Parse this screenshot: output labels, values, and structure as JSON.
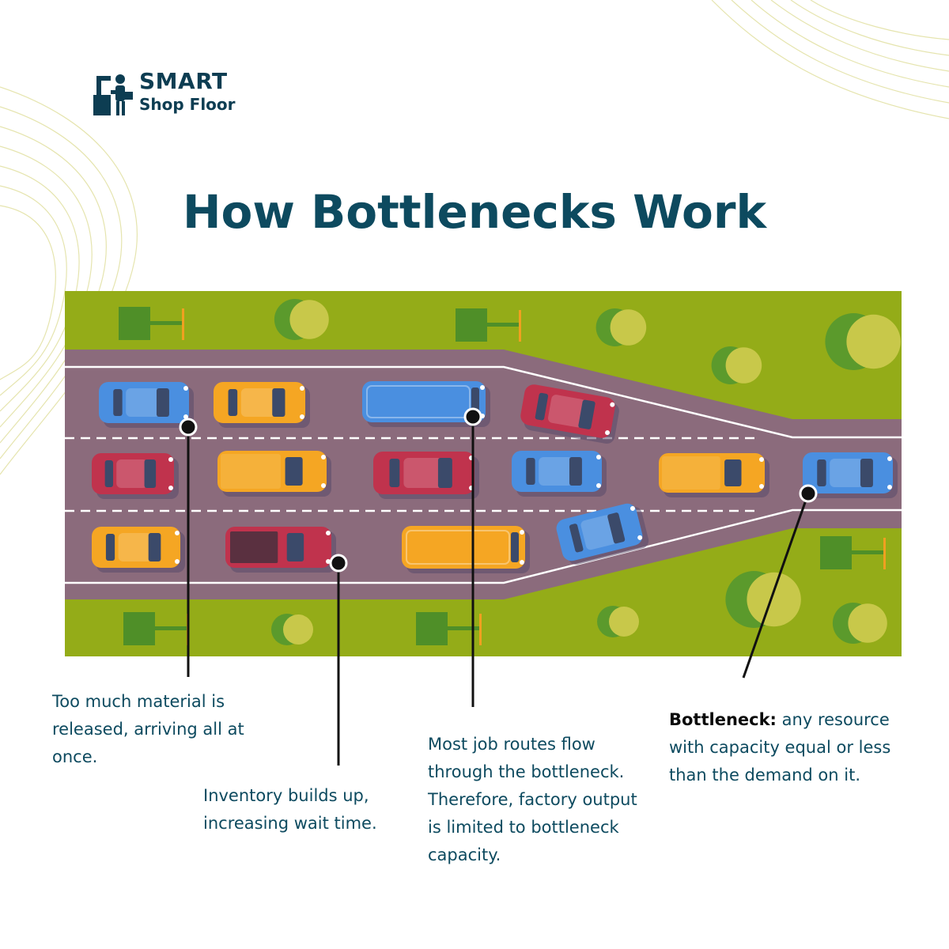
{
  "logo": {
    "line1": "SMART",
    "line2": "Shop Floor"
  },
  "title": "How Bottlenecks Work",
  "colors": {
    "title": "#0d4a5f",
    "caption": "#0d4a5f",
    "grass": "#94ac18",
    "road": "#8b6b7c",
    "car_blue": "#4a8fe0",
    "car_orange": "#f5a623",
    "car_red": "#c0334d"
  },
  "callouts": [
    {
      "text": "Too much material is released, arriving all at once."
    },
    {
      "text": "Inventory builds up, increasing wait time."
    },
    {
      "text": "Most job routes flow through the bottleneck. Therefore, factory output is limited to bottleneck capacity."
    },
    {
      "bold": "Bottleneck:",
      "text": "any resource with capacity equal or less than the demand on it."
    }
  ]
}
